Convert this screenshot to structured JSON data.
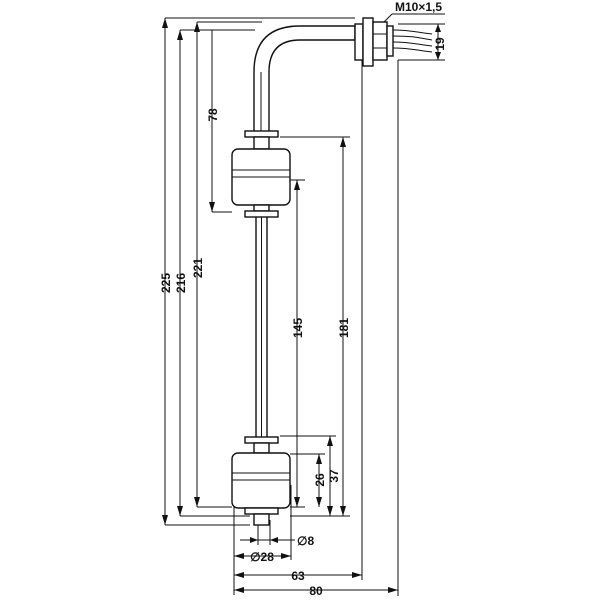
{
  "thread_label": "M10×1,5",
  "dims": {
    "d225": "225",
    "d216": "216",
    "d221": "221",
    "d78": "78",
    "d145": "145",
    "d181": "181",
    "d26": "26",
    "d37": "37",
    "d19": "19",
    "d8": "∅8",
    "d28": "∅28",
    "d63": "63",
    "d80": "80"
  }
}
